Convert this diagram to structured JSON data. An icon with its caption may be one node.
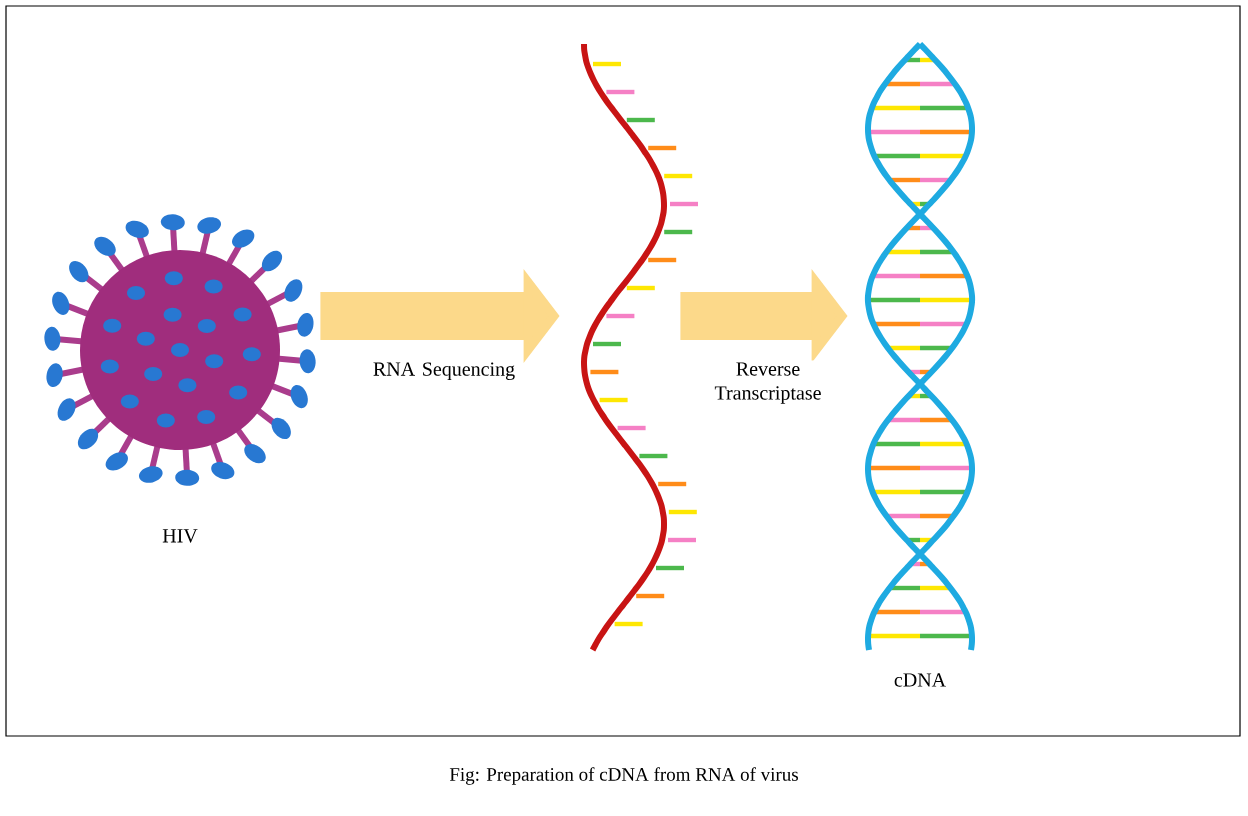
{
  "diagram": {
    "caption": "Fig: Preparation of cDNA from RNA of virus",
    "nodes": [
      {
        "text": [],
        "shape": "picture",
        "beside": [
          "HIV"
        ]
      },
      {
        "text": [],
        "shape": "picture"
      },
      {
        "text": [],
        "shape": "picture",
        "beside": [
          "cDNA"
        ]
      }
    ],
    "edges": [
      {
        "from": 0,
        "to": 1,
        "arrow": "to",
        "label": "RNA Sequencing"
      },
      {
        "from": 1,
        "to": 2,
        "arrow": "to",
        "label": "Reverse Transcriptase"
      }
    ]
  }
}
